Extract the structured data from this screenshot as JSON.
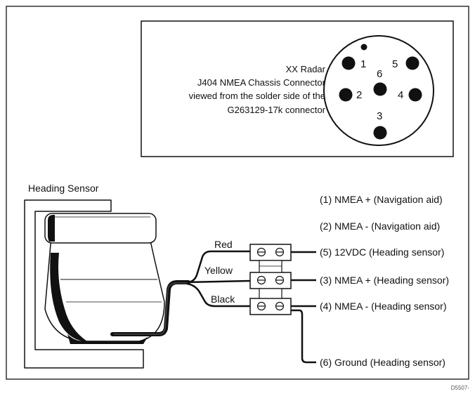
{
  "connector_box": {
    "title_lines": [
      "XX Radar",
      "J404 NMEA Chassis Connector",
      "viewed from the solder side of the",
      "G263129-17k connector"
    ],
    "pins": [
      {
        "number": "1"
      },
      {
        "number": "5"
      },
      {
        "number": "6"
      },
      {
        "number": "2"
      },
      {
        "number": "4"
      },
      {
        "number": "3"
      }
    ]
  },
  "sensor": {
    "label": "Heading Sensor"
  },
  "wires": [
    {
      "label": "Red"
    },
    {
      "label": "Yellow"
    },
    {
      "label": "Black"
    }
  ],
  "terminal_rows": 3,
  "connections": [
    {
      "label": "(1) NMEA + (Navigation aid)"
    },
    {
      "label": "(2) NMEA - (Navigation aid)"
    },
    {
      "label": "(5) 12VDC (Heading sensor)"
    },
    {
      "label": "(3) NMEA + (Heading sensor)"
    },
    {
      "label": "(4) NMEA - (Heading sensor)"
    },
    {
      "label": "(6) Ground (Heading sensor)"
    }
  ],
  "figure_code": "D5507-"
}
